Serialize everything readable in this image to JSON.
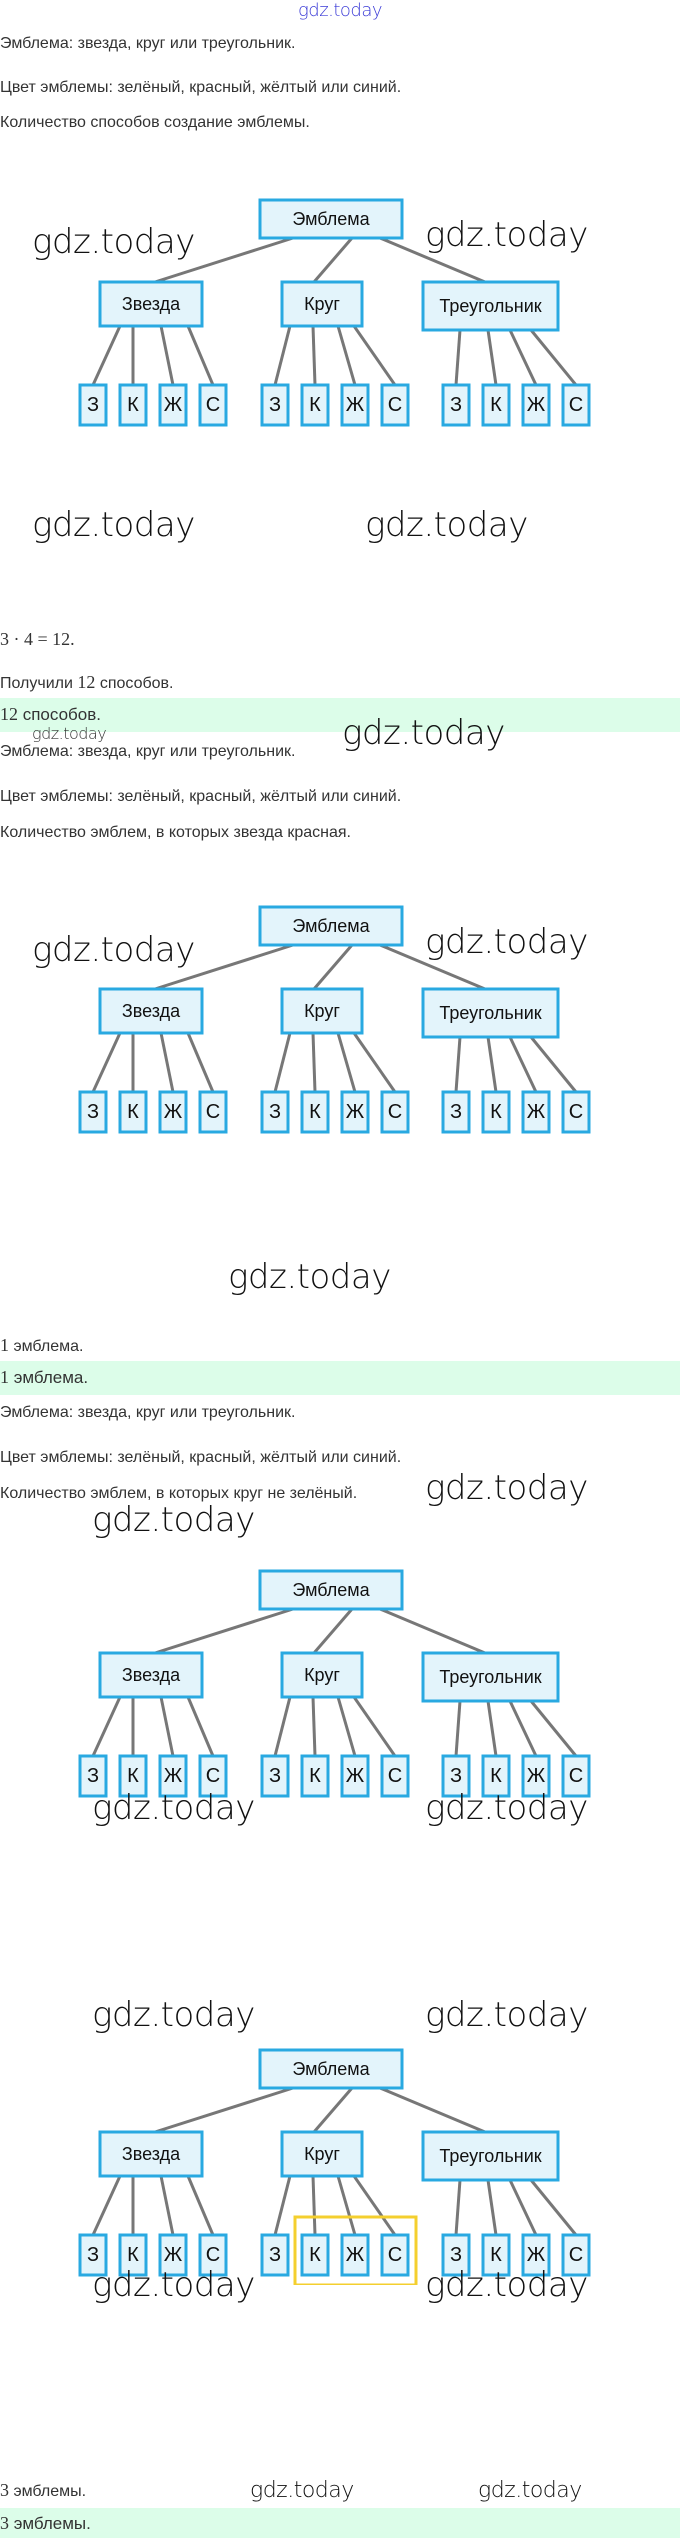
{
  "header": {
    "watermark": "gdz.today",
    "watermark_color": "#3a3ad6"
  },
  "watermark_text": "gdz.today",
  "colors": {
    "box_fill": "#e3f4fb",
    "box_border": "#29a9e1",
    "line": "#777777",
    "answer_band": "#dcfde9",
    "highlight": "#f4cf2e"
  },
  "tree": {
    "root": "Эмблема",
    "branches": [
      {
        "label": "Звезда",
        "leaves": [
          "З",
          "К",
          "Ж",
          "С"
        ]
      },
      {
        "label": "Круг",
        "leaves": [
          "З",
          "К",
          "Ж",
          "С"
        ]
      },
      {
        "label": "Треугольник",
        "leaves": [
          "З",
          "К",
          "Ж",
          "С"
        ]
      }
    ]
  },
  "sections": [
    {
      "lines": [
        "Эмблема: звезда, круг или треугольник.",
        "Цвет эмблемы: зелёный, красный, жёлтый или синий.",
        "Количество способов создание эмблемы."
      ],
      "formula": "3 · 4 = 12.",
      "conclusion_prefix": "Получили ",
      "conclusion_num": "12",
      "conclusion_suffix": " способов.",
      "answer_num": "12",
      "answer_text": " способов."
    },
    {
      "lines": [
        "Эмблема: звезда, круг или треугольник.",
        "Цвет эмблемы: зелёный, красный, жёлтый или синий.",
        "Количество эмблем, в которых звезда красная."
      ],
      "result_num": "1",
      "result_text": " эмблема.",
      "answer_num": "1",
      "answer_text": " эмблема."
    },
    {
      "lines": [
        "Эмблема: звезда, круг или треугольник.",
        "Цвет эмблемы: зелёный, красный, жёлтый или синий.",
        "Количество эмблем, в которых круг не зелёный."
      ],
      "highlight": {
        "branch": "Круг",
        "leaves": [
          "К",
          "Ж",
          "С"
        ]
      },
      "result_num": "3",
      "result_text": " эмблемы.",
      "answer_num": "3",
      "answer_text": " эмблемы."
    }
  ]
}
